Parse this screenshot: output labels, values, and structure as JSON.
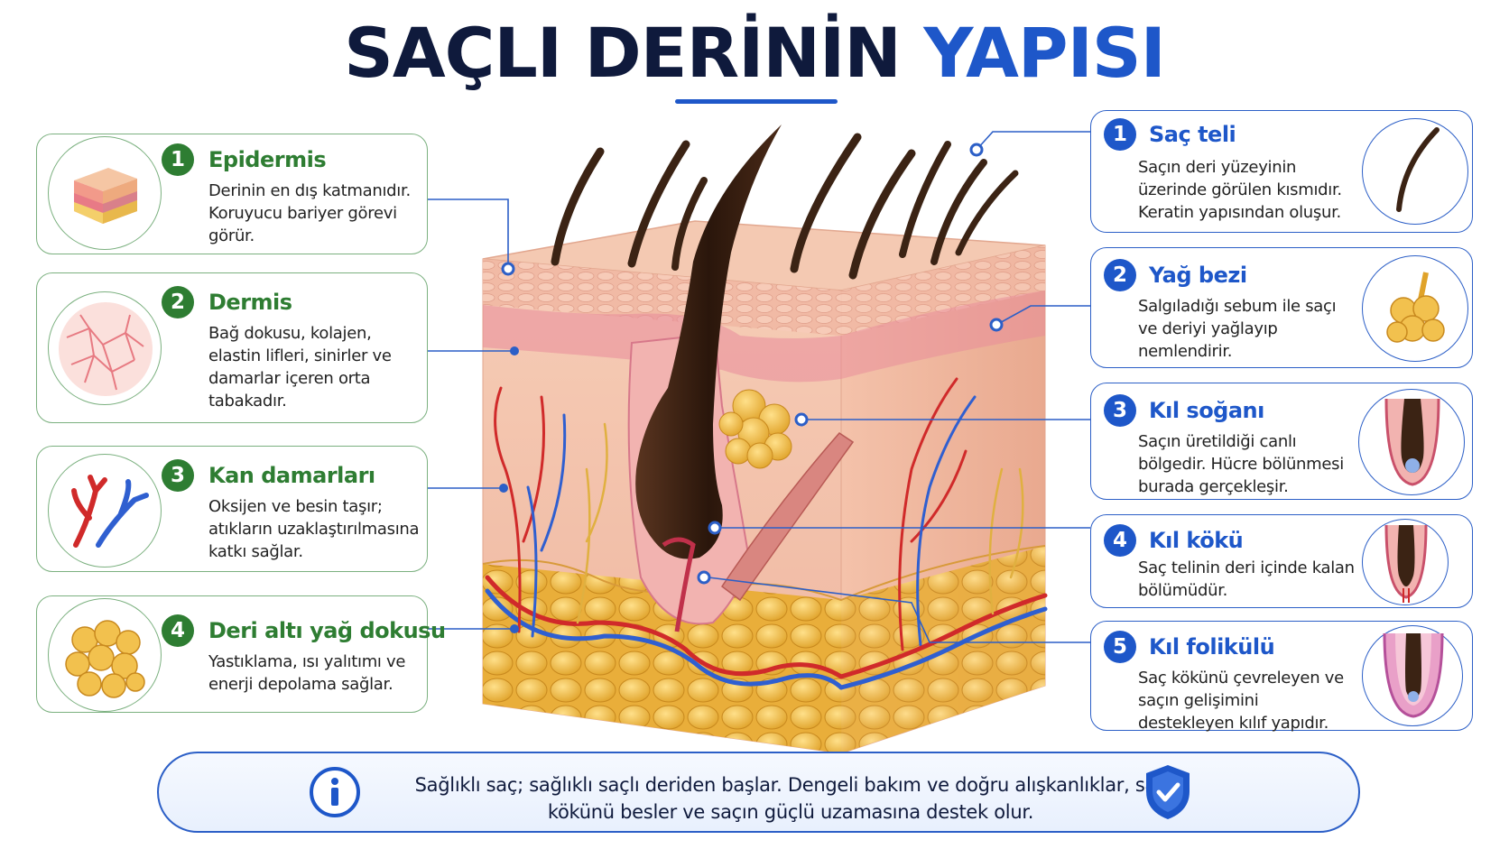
{
  "title": {
    "part1": "SAÇLI DERİNİN",
    "part2": "YAPISI"
  },
  "colors": {
    "navy": "#0f1a3c",
    "blue": "#1e57c9",
    "green": "#2e7d32",
    "skin": "#f3c3aa",
    "fat": "#f2c14e",
    "hair": "#3b2314"
  },
  "left_cards": [
    {
      "num": "1",
      "title": "Epidermis",
      "desc": "Derinin en dış katmanıdır. Koruyucu bariyer görevi görür.",
      "icon": "epidermis-layers-icon"
    },
    {
      "num": "2",
      "title": "Dermis",
      "desc": "Bağ dokusu, kolajen, elastin lifleri, sinirler ve damarlar içeren orta tabakadır.",
      "icon": "dermis-fibers-icon"
    },
    {
      "num": "3",
      "title": "Kan damarları",
      "desc": "Oksijen ve besin taşır; atıkların uzaklaştırılmasına katkı sağlar.",
      "icon": "blood-vessels-icon"
    },
    {
      "num": "4",
      "title": "Deri altı yağ dokusu",
      "desc": "Yastıklama, ısı yalıtımı ve enerji depolama sağlar.",
      "icon": "fat-cells-icon"
    }
  ],
  "right_cards": [
    {
      "num": "1",
      "title": "Saç teli",
      "desc": "Saçın deri yüzeyinin üzerinde görülen kısmıdır. Keratin yapısından oluşur.",
      "icon": "hair-strand-icon"
    },
    {
      "num": "2",
      "title": "Yağ bezi",
      "desc": "Salgıladığı sebum ile saçı ve deriyi yağlayıp nemlendirir.",
      "icon": "sebaceous-gland-icon"
    },
    {
      "num": "3",
      "title": "Kıl soğanı",
      "desc": "Saçın üretildiği canlı bölgedir. Hücre bölünmesi burada gerçekleşir.",
      "icon": "hair-bulb-icon"
    },
    {
      "num": "4",
      "title": "Kıl kökü",
      "desc": "Saç telinin deri içinde kalan bölümüdür.",
      "icon": "hair-root-icon"
    },
    {
      "num": "5",
      "title": "Kıl folikülü",
      "desc": "Saç kökünü çevreleyen ve saçın gelişimini destekleyen kılıf yapıdır.",
      "icon": "hair-follicle-icon"
    }
  ],
  "bottom": {
    "text": "Sağlıklı saç; sağlıklı saçlı deriden başlar. Dengeli bakım ve doğru alışkanlıklar, saç kökünü besler ve saçın güçlü uzamasına destek olur.",
    "info_icon": "info-icon",
    "shield_icon": "shield-check-icon"
  }
}
